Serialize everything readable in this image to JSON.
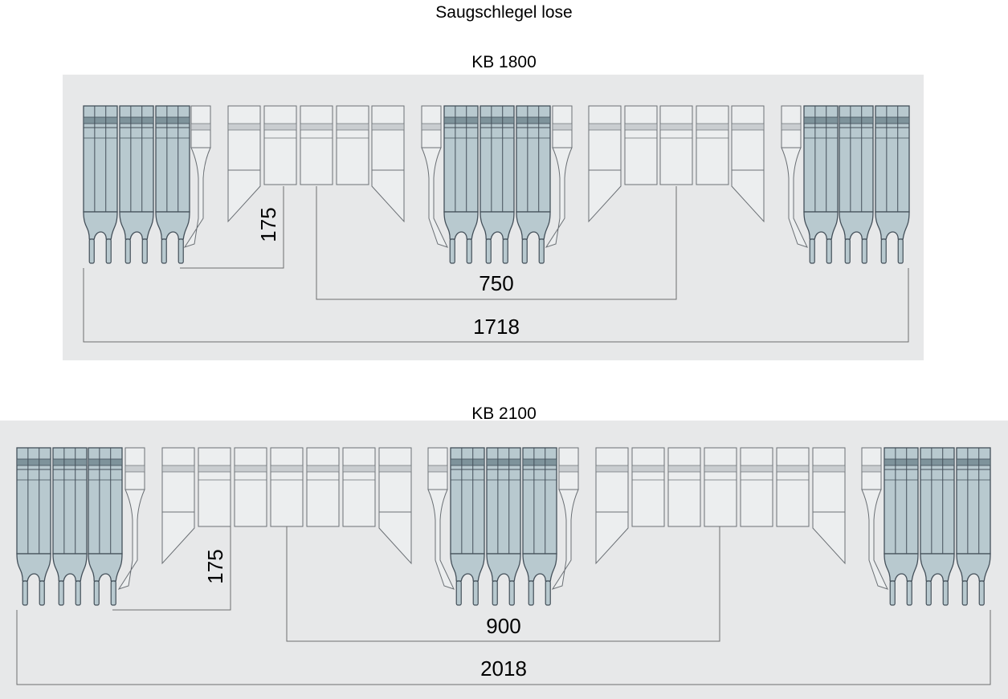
{
  "title": "Saugschlegel lose",
  "colors": {
    "background": "#ffffff",
    "panel": "#e7e8e9",
    "tool_fill": "#b8c9cf",
    "tool_stroke": "#44505a",
    "plate_fill": "#eceeef",
    "plate_stroke": "#6b7075",
    "dimension_line": "#6e6e6e"
  },
  "layouts": [
    {
      "name": "KB 1800",
      "dimensions": {
        "gap": "175",
        "spacing": "750",
        "total": "1718"
      }
    },
    {
      "name": "KB 2100",
      "dimensions": {
        "gap": "175",
        "spacing": "900",
        "total": "2018"
      }
    }
  ]
}
